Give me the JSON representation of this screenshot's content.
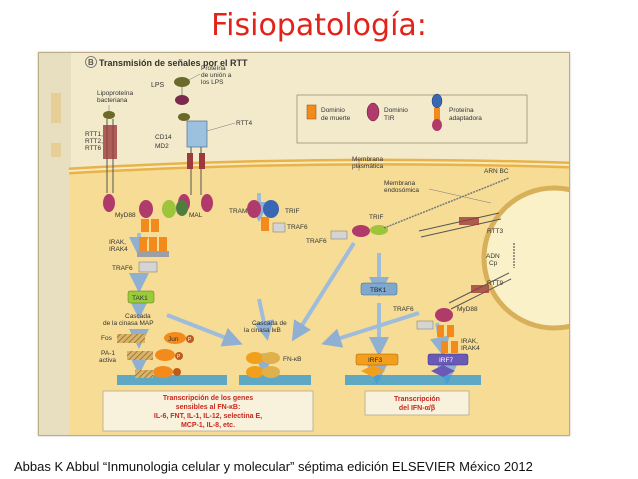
{
  "slide": {
    "title": "Fisiopatología:",
    "caption": "Abbas K Abbul “Inmunologia celular y molecular” séptima edición ELSEVIER México 2012"
  },
  "figure": {
    "panel_letter": "B",
    "panel_title": "Transmisión de señales por el RTT",
    "ligands": {
      "lps": "LPS",
      "lbp": [
        "Proteína",
        "de unión a",
        "los LPS"
      ],
      "lipoprotein": [
        "Lipoproteína",
        "bacteriana"
      ]
    },
    "receptors": {
      "rtt_group": [
        "RTT1,",
        "RTT2,",
        "RTT6"
      ],
      "cd14_md2": [
        "CD14",
        "MD2"
      ],
      "rtt4": "RTT4"
    },
    "legend": {
      "death_domain": [
        "Dominio",
        "de muerte"
      ],
      "tir_domain": [
        "Dominio",
        "TIR"
      ],
      "adapter_protein": [
        "Proteína",
        "adaptadora"
      ]
    },
    "membranes": {
      "plasma": [
        "Membrana",
        "plasmática"
      ],
      "endosomal": [
        "Membrana",
        "endosómica"
      ]
    },
    "adaptors": {
      "myd88": "MyD88",
      "mal": "MAL",
      "tram": "TRAM",
      "trif": "TRIF",
      "irak": [
        "IRAK,",
        "IRAK4"
      ],
      "traf6": "TRAF6",
      "tak1": "TAK1",
      "tbk1": "TBK1",
      "myd88_endo": "MyD88",
      "irak_endo": [
        "IRAK,",
        "IRAK4"
      ]
    },
    "endosome": {
      "arn": "ARN BC",
      "rtt3": "RTT3",
      "adn": [
        "ADN",
        "Cp"
      ],
      "rtt9": "RTT9"
    },
    "cascades": {
      "map": [
        "Cascada",
        "de la cinasa MAP"
      ],
      "ikb": [
        "Cascada de",
        "la cinasa IκB"
      ]
    },
    "factors": {
      "fos": "Fos",
      "jun": "Jun",
      "p": "P",
      "ap1": [
        "PA-1",
        "activa"
      ],
      "nfkb": "FN-κB",
      "irf3": "IRF3",
      "irf7": "IRF7"
    },
    "outputs": {
      "left": [
        "Transcripción de los genes",
        "sensibles al FN-κB:",
        "IL-6, FNT, IL-1, IL-12, selectina E,",
        "MCP-1, IL-8, etc."
      ],
      "right": [
        "Transcripción",
        "del IFN-α/β"
      ]
    },
    "colors": {
      "cytoplasm": "#f7e3a6",
      "death_domain": "#f28a1c",
      "tir_domain": "#b03a6a",
      "adapter_protein": "#3a67b3",
      "text_box": "#c8281e",
      "arrow": "#a9c2dd",
      "tak1": "#9acb3a",
      "tbk1": "#7fa8cf"
    }
  }
}
